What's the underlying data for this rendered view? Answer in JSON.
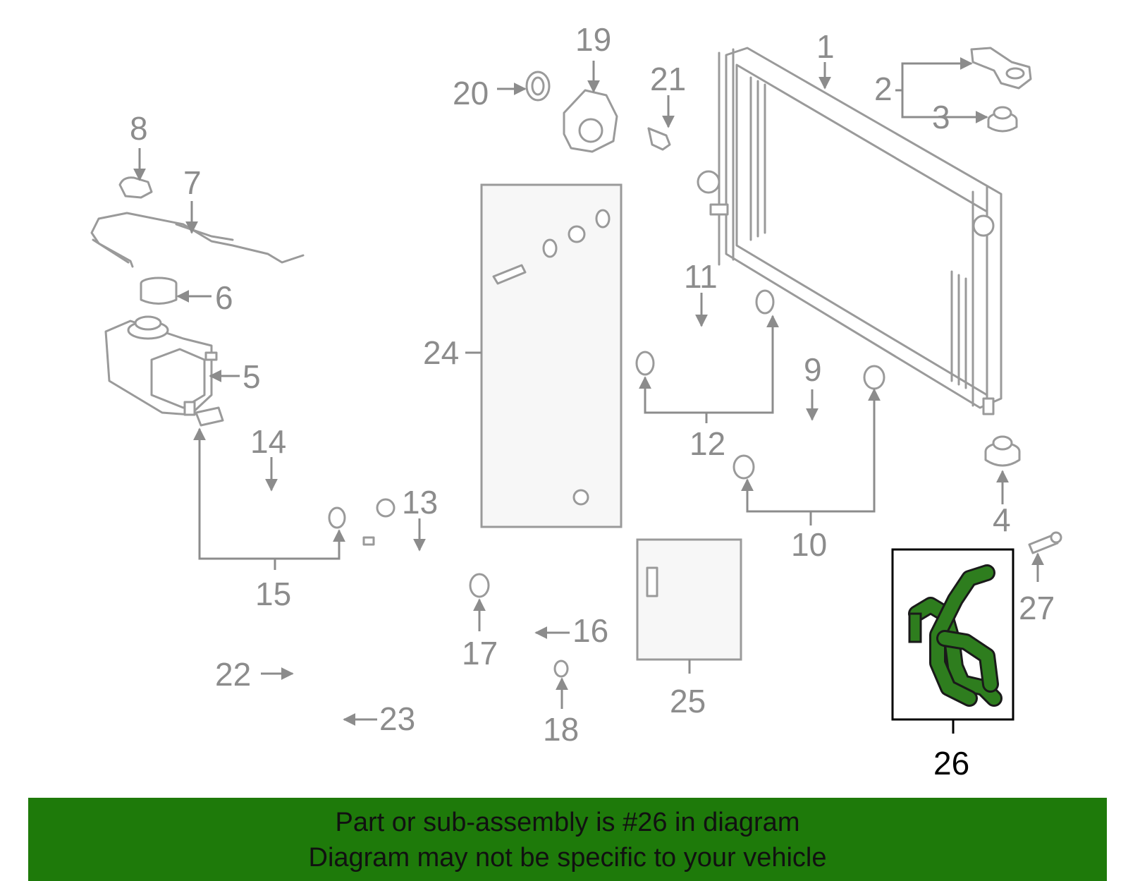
{
  "callouts": {
    "c1": "1",
    "c2": "2",
    "c3": "3",
    "c4": "4",
    "c5": "5",
    "c6": "6",
    "c7": "7",
    "c8": "8",
    "c9": "9",
    "c10": "10",
    "c11": "11",
    "c12": "12",
    "c13": "13",
    "c14": "14",
    "c15": "15",
    "c16": "16",
    "c17": "17",
    "c18": "18",
    "c19": "19",
    "c20": "20",
    "c21": "21",
    "c22": "22",
    "c23": "23",
    "c24": "24",
    "c25": "25",
    "c26": "26",
    "c27": "27"
  },
  "highlight": {
    "part_number": "26",
    "hose_color": "#2e7d1e"
  },
  "banner": {
    "line1": "Part or sub-assembly is #26 in diagram",
    "line2": "Diagram may not be specific to your vehicle",
    "background": "#1e7a0a"
  }
}
